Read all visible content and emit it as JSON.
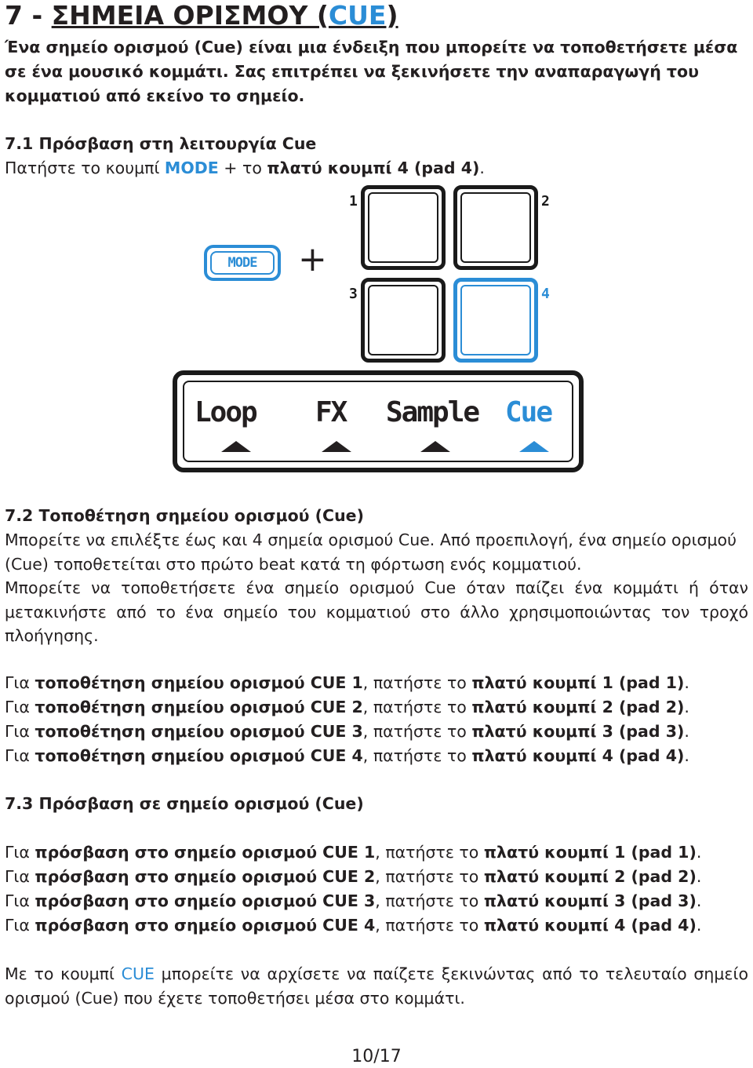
{
  "title": {
    "prefix": "7 - ",
    "main": "ΣΗΜΕΙΑ ΟΡΙΣΜΟΥ (",
    "highlight": "CUE",
    "suffix": ")"
  },
  "intro": "Ένα σημείο ορισμού (Cue) είναι μια ένδειξη που μπορείτε να τοποθετήσετε μέσα σε ένα μουσικό κομμάτι. Σας επιτρέπει να ξεκινήσετε την αναπαραγωγή του κομματιού από εκείνο το σημείο.",
  "section1": {
    "heading": "7.1 Πρόσβαση στη λειτουργία Cue",
    "text_a": "Πατήστε το κουμπί ",
    "mode": "MODE",
    "text_b": " + το ",
    "bold": "πλατύ κουμπί 4 (pad 4)",
    "text_c": "."
  },
  "figure": {
    "mode_label": "MODE",
    "plus": "+",
    "pads": [
      {
        "num": "1",
        "active": false
      },
      {
        "num": "2",
        "active": false
      },
      {
        "num": "3",
        "active": false
      },
      {
        "num": "4",
        "active": true
      }
    ],
    "display_labels": [
      "Loop",
      "FX",
      "Sample",
      "Cue"
    ],
    "accent_color": "#2b8dd6"
  },
  "section2": {
    "heading": "7.2 Τοποθέτηση σημείου ορισμού (Cue)",
    "para1": "Μπορείτε να επιλέξτε έως και 4 σημεία ορισμού Cue. Από προεπιλογή, ένα σημείο ορισμού (Cue) τοποθετείται στο πρώτο beat κατά τη φόρτωση ενός κομματιού.",
    "para2": "Μπορείτε να τοποθετήσετε ένα σημείο ορισμού Cue όταν παίζει ένα κομμάτι ή όταν μετακινήστε από το ένα σημείο του κομματιού στο άλλο χρησιμοποιώντας τον τροχό πλοήγησης.",
    "lines": [
      {
        "a": "Για ",
        "b1": "τοποθέτηση σημείου ορισμού CUE 1",
        "c": ", πατήστε το ",
        "b2": "πλατύ κουμπί 1 (pad 1)",
        "d": "."
      },
      {
        "a": "Για ",
        "b1": "τοποθέτηση σημείου ορισμού CUE 2",
        "c": ", πατήστε το ",
        "b2": "πλατύ κουμπί 2 (pad 2)",
        "d": "."
      },
      {
        "a": "Για ",
        "b1": "τοποθέτηση σημείου ορισμού CUE 3",
        "c": ", πατήστε το ",
        "b2": "πλατύ κουμπί 3 (pad 3)",
        "d": "."
      },
      {
        "a": "Για ",
        "b1": "τοποθέτηση σημείου ορισμού CUE 4",
        "c": ", πατήστε το ",
        "b2": "πλατύ κουμπί 4 (pad 4)",
        "d": "."
      }
    ]
  },
  "section3": {
    "heading": "7.3 Πρόσβαση σε σημείο ορισμού (Cue)",
    "lines": [
      {
        "a": "Για ",
        "b1": "πρόσβαση στο σημείο ορισμού CUE 1",
        "c": ", πατήστε το ",
        "b2": "πλατύ κουμπί 1 (pad 1)",
        "d": "."
      },
      {
        "a": "Για ",
        "b1": "πρόσβαση στο σημείο ορισμού CUE 2",
        "c": ", πατήστε το ",
        "b2": "πλατύ κουμπί 2 (pad 2)",
        "d": "."
      },
      {
        "a": "Για ",
        "b1": "πρόσβαση στο σημείο ορισμού CUE 3",
        "c": ", πατήστε το ",
        "b2": "πλατύ κουμπί 3 (pad 3)",
        "d": "."
      },
      {
        "a": "Για ",
        "b1": "πρόσβαση στο σημείο ορισμού CUE 4",
        "c": ", πατήστε το ",
        "b2": "πλατύ κουμπί 4 (pad 4)",
        "d": "."
      }
    ]
  },
  "closing": {
    "a": "Με το κουμπί ",
    "cue": "CUE",
    "b": " μπορείτε να αρχίσετε να παίζετε ξεκινώντας από το τελευταίο σημείο ορισμού (Cue) που έχετε τοποθετήσει μέσα στο κομμάτι."
  },
  "page_number": "10/17"
}
